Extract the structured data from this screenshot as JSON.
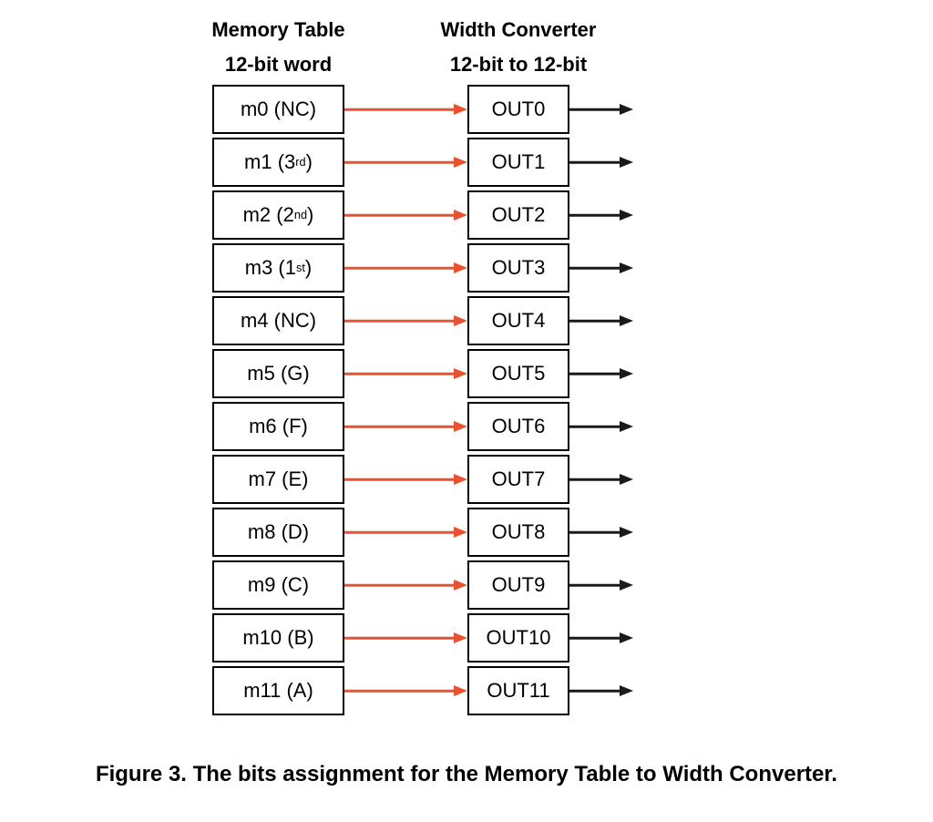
{
  "diagram": {
    "left_header": {
      "line1": "Memory Table",
      "line2": "12-bit word"
    },
    "right_header": {
      "line1": "Width Converter",
      "line2": "12-bit to 12-bit"
    },
    "rows": [
      {
        "memory_pre": "m0 (NC)",
        "memory_sup": "",
        "memory_post": "",
        "output": "OUT0"
      },
      {
        "memory_pre": "m1 (3",
        "memory_sup": "rd",
        "memory_post": ")",
        "output": "OUT1"
      },
      {
        "memory_pre": "m2 (2",
        "memory_sup": "nd",
        "memory_post": ")",
        "output": "OUT2"
      },
      {
        "memory_pre": "m3 (1",
        "memory_sup": "st",
        "memory_post": ")",
        "output": "OUT3"
      },
      {
        "memory_pre": "m4 (NC)",
        "memory_sup": "",
        "memory_post": "",
        "output": "OUT4"
      },
      {
        "memory_pre": "m5 (G)",
        "memory_sup": "",
        "memory_post": "",
        "output": "OUT5"
      },
      {
        "memory_pre": "m6 (F)",
        "memory_sup": "",
        "memory_post": "",
        "output": "OUT6"
      },
      {
        "memory_pre": "m7 (E)",
        "memory_sup": "",
        "memory_post": "",
        "output": "OUT7"
      },
      {
        "memory_pre": "m8 (D)",
        "memory_sup": "",
        "memory_post": "",
        "output": "OUT8"
      },
      {
        "memory_pre": "m9 (C)",
        "memory_sup": "",
        "memory_post": "",
        "output": "OUT9"
      },
      {
        "memory_pre": "m10 (B)",
        "memory_sup": "",
        "memory_post": "",
        "output": "OUT10"
      },
      {
        "memory_pre": "m11 (A)",
        "memory_sup": "",
        "memory_post": "",
        "output": "OUT11"
      }
    ],
    "colors": {
      "arrow_red": "#E9512F",
      "arrow_black": "#1A1A1A",
      "box_border": "#000000",
      "text": "#000000",
      "background": "#FFFFFF"
    }
  },
  "caption": "Figure 3. The bits assignment for the Memory Table to Width Converter."
}
